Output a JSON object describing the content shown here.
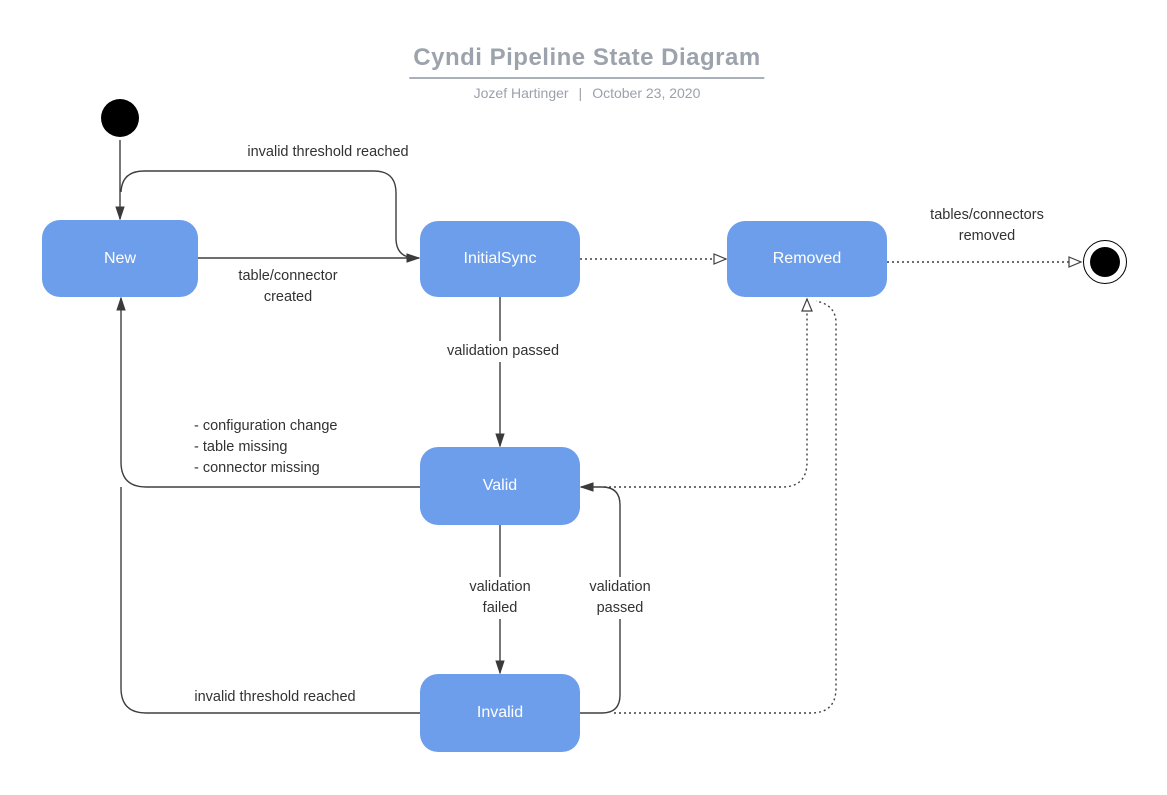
{
  "header": {
    "title": "Cyndi Pipeline State Diagram",
    "author": "Jozef Hartinger",
    "separator": "|",
    "date": "October 23, 2020"
  },
  "states": {
    "new": {
      "label": "New"
    },
    "initial_sync": {
      "label": "InitialSync"
    },
    "removed": {
      "label": "Removed"
    },
    "valid": {
      "label": "Valid"
    },
    "invalid": {
      "label": "Invalid"
    }
  },
  "edge_labels": {
    "invalid_threshold_top": "invalid threshold reached",
    "table_connector_created": {
      "line1": "table/connector",
      "line2": "created"
    },
    "validation_passed_mid": "validation passed",
    "valid_to_new_reasons": [
      "- configuration change",
      "- table missing",
      "- connector missing"
    ],
    "validation_failed": {
      "line1": "validation",
      "line2": "failed"
    },
    "validation_passed_right": {
      "line1": "validation",
      "line2": "passed"
    },
    "invalid_threshold_bottom": "invalid threshold reached",
    "tables_connectors_removed": {
      "line1": "tables/connectors",
      "line2": "removed"
    }
  },
  "colors": {
    "state_fill": "#6d9eeb",
    "state_text": "#ffffff",
    "edge_stroke": "#3f3f3f",
    "label_text": "#323232",
    "title_text": "#9ca3ad"
  }
}
